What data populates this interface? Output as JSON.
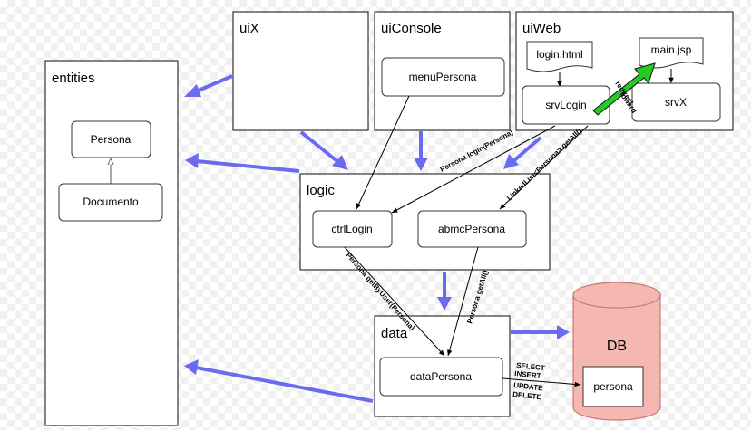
{
  "packages": {
    "entities": "entities",
    "uix": "uiX",
    "uiconsole": "uiConsole",
    "uiweb": "uiWeb",
    "logic": "logic",
    "data": "data"
  },
  "nodes": {
    "persona": "Persona",
    "documento": "Documento",
    "menu_persona": "menuPersona",
    "login_html": "login.html",
    "main_jsp": "main.jsp",
    "srv_login": "srvLogin",
    "srv_x": "srvX",
    "ctrl_login": "ctrlLogin",
    "abmc_persona": "abmcPersona",
    "data_persona": "dataPersona",
    "db": "DB",
    "persona_table": "persona"
  },
  "edge_labels": {
    "login": "Persona login(Persona)",
    "linkedlist": "LinkedList<Persona> getAll()",
    "redirect": "redirect",
    "foward": "foward",
    "get_by_user": "Persona getByUser(Persona)",
    "get_all": "Persona getAll()"
  },
  "sql_ops": [
    "SELECT",
    "INSERT",
    "UPDATE",
    "DELETE"
  ],
  "colors": {
    "dependency_arrow": "#6b6bf0",
    "redirect_arrow": "#22cc22",
    "db_fill": "#f4b7b2",
    "db_stroke": "#c97a74"
  }
}
